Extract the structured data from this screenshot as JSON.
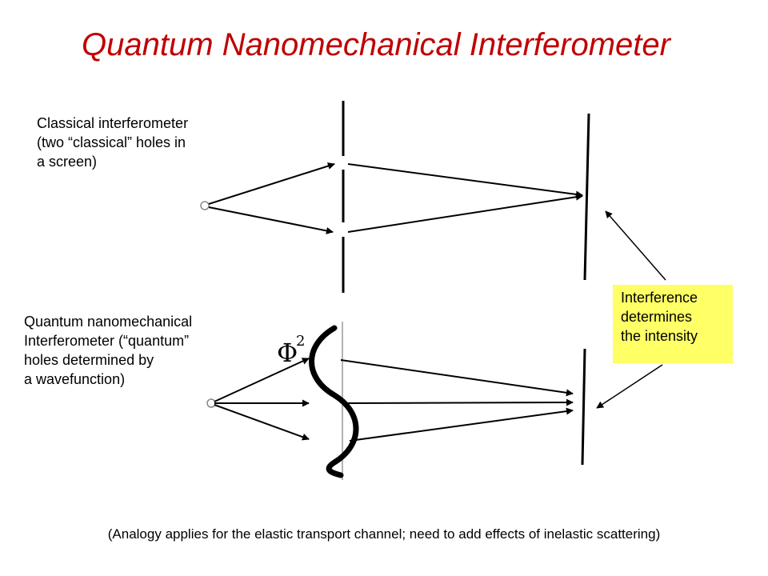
{
  "title": "Quantum Nanomechanical Interferometer",
  "classical_label": [
    "Classical interferometer",
    "(two “classical” holes in",
    "a screen)"
  ],
  "quantum_label": [
    "Quantum nanomechanical",
    "Interferometer (“quantum”",
    "holes determined by",
    "a wavefunction)"
  ],
  "callout": [
    "Interference",
    "determines",
    "the intensity"
  ],
  "phi_symbol": "Φ",
  "phi_exponent": "2",
  "footnote": "(Analogy applies for the elastic transport channel; need to add effects of inelastic scattering)",
  "colors": {
    "title": "#c00000",
    "callout_bg": "#ffff66"
  }
}
